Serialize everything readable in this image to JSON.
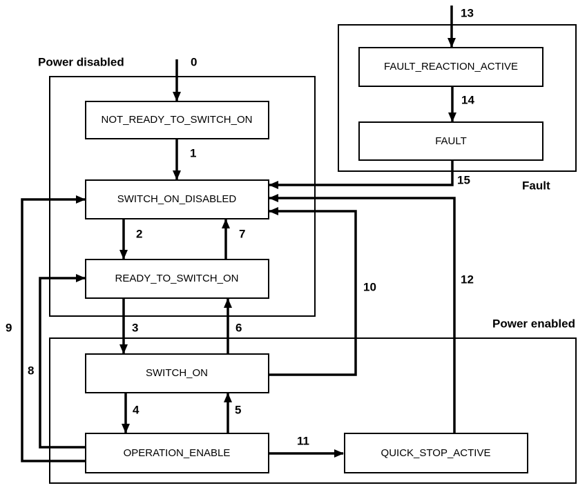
{
  "regions": {
    "power_disabled": "Power disabled",
    "power_enabled": "Power enabled",
    "fault": "Fault"
  },
  "states": {
    "not_ready_to_switch_on": "NOT_READY_TO_SWITCH_ON",
    "switch_on_disabled": "SWITCH_ON_DISABLED",
    "ready_to_switch_on": "READY_TO_SWITCH_ON",
    "switch_on": "SWITCH_ON",
    "operation_enable": "OPERATION_ENABLE",
    "quick_stop_active": "QUICK_STOP_ACTIVE",
    "fault_reaction_active": "FAULT_REACTION_ACTIVE",
    "fault": "FAULT"
  },
  "transitions": {
    "t0": "0",
    "t1": "1",
    "t2": "2",
    "t3": "3",
    "t4": "4",
    "t5": "5",
    "t6": "6",
    "t7": "7",
    "t8": "8",
    "t9": "9",
    "t10": "10",
    "t11": "11",
    "t12": "12",
    "t13": "13",
    "t14": "14",
    "t15": "15"
  },
  "colors": {
    "line": "#000000",
    "background": "#ffffff"
  }
}
